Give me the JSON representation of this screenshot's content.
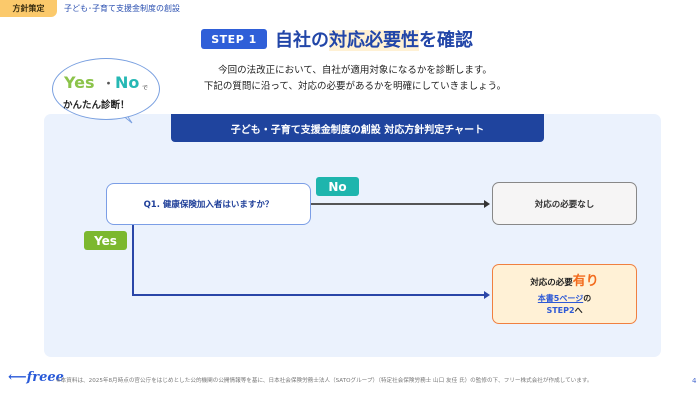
{
  "header": {
    "section_tag": "方針策定",
    "breadcrumb": "子ども･子育て支援金制度の創設"
  },
  "title": {
    "step_badge": "STEP 1",
    "prefix": "自社の",
    "highlight": "対応必要性",
    "suffix": "を確認"
  },
  "intro": {
    "line1": "今回の法改正において、自社が適用対象になるかを診断します。",
    "line2": "下記の質問に沿って、対応の必要があるかを明確にしていきましょう。"
  },
  "bubble": {
    "yes": "Yes",
    "dot": "・",
    "no": "No",
    "de": "で",
    "easy": "かんたん診断！"
  },
  "chart": {
    "title": "子ども・子育て支援金制度の創設 対応方針判定チャート",
    "question": "Q1. 健康保険加入者はいますか？",
    "label_no": "No",
    "label_yes": "Yes",
    "result_none": "対応の必要なし",
    "result_need_prefix": "対応の必要",
    "result_need_emphasis": "有り",
    "result_need_link": "本書5ページ",
    "result_need_link_suffix": "の",
    "result_need_step": "STEP2",
    "result_need_step_suffix": "へ",
    "colors": {
      "no": "#1eb5ad",
      "yes": "#7cb82f",
      "accent": "#f26b1d",
      "title_bg": "#1f449e"
    }
  },
  "footer": {
    "logo": "freee",
    "note": "※本資料は、2025年8月時点の官公庁をはじめとした公的機関の公開情報等を基に、日本社会保険労務士法人（SATOグループ）（特定社会保険労務士 山口 友佳 氏）の監修の下、フリー株式会社が作成しています。",
    "page_number": "4"
  }
}
